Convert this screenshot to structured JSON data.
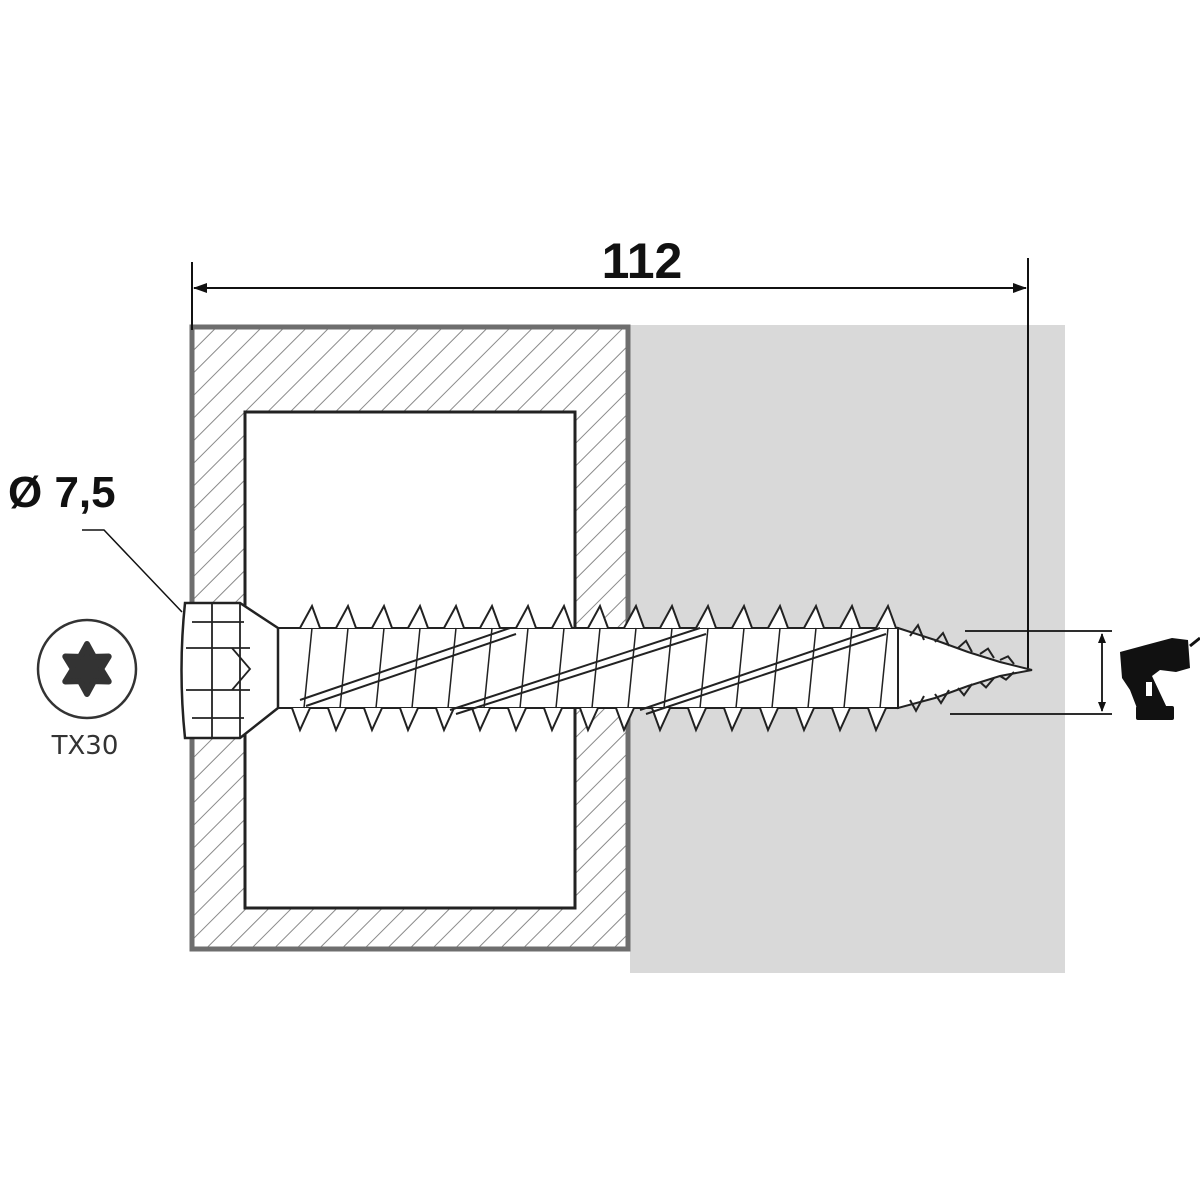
{
  "diagram": {
    "length_label": "112",
    "diameter_label": "Ø 7,5",
    "drive_label": "TX30",
    "icons": {
      "drive_symbol": "torx-drive-icon",
      "tool": "cordless-drill-icon"
    },
    "colors": {
      "line": "#111111",
      "frame": "#6e6e6e",
      "hatch": "#8a8a8a",
      "substrate": "#d9d9d9",
      "screw_fill": "#ffffff",
      "screw_line": "#222222"
    }
  }
}
